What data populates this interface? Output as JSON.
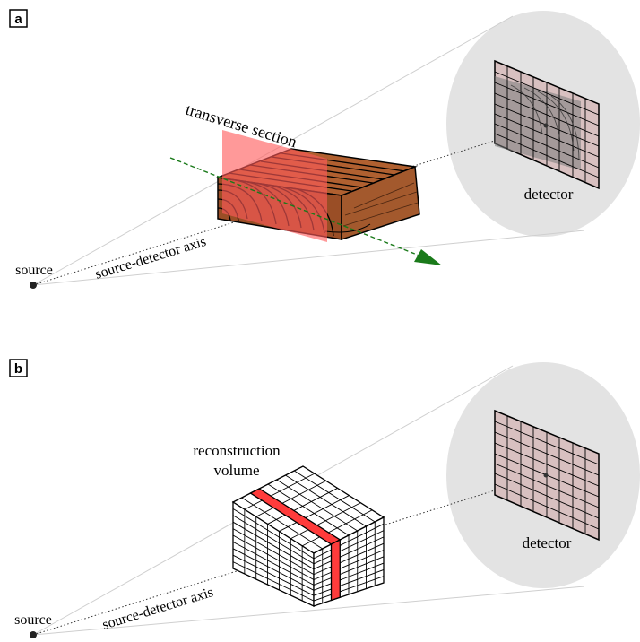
{
  "panels": [
    {
      "letter": "a",
      "source_label": "source",
      "axis_label": "source-detector axis",
      "section_label": "transverse section",
      "detector_label": "detector"
    },
    {
      "letter": "b",
      "source_label": "source",
      "axis_label": "source-detector axis",
      "volume_label_line1": "reconstruction",
      "volume_label_line2": "volume",
      "detector_label": "detector"
    }
  ],
  "colors": {
    "wood": "#a0542b",
    "wood_dark": "#7a3f1f",
    "section": "#ff5a5a",
    "axis_arrow": "#1a7a1a",
    "detector_bg": "#e3e3e3",
    "detector_grid": "#d8c0c0",
    "red_slice": "#ff3b3b"
  }
}
